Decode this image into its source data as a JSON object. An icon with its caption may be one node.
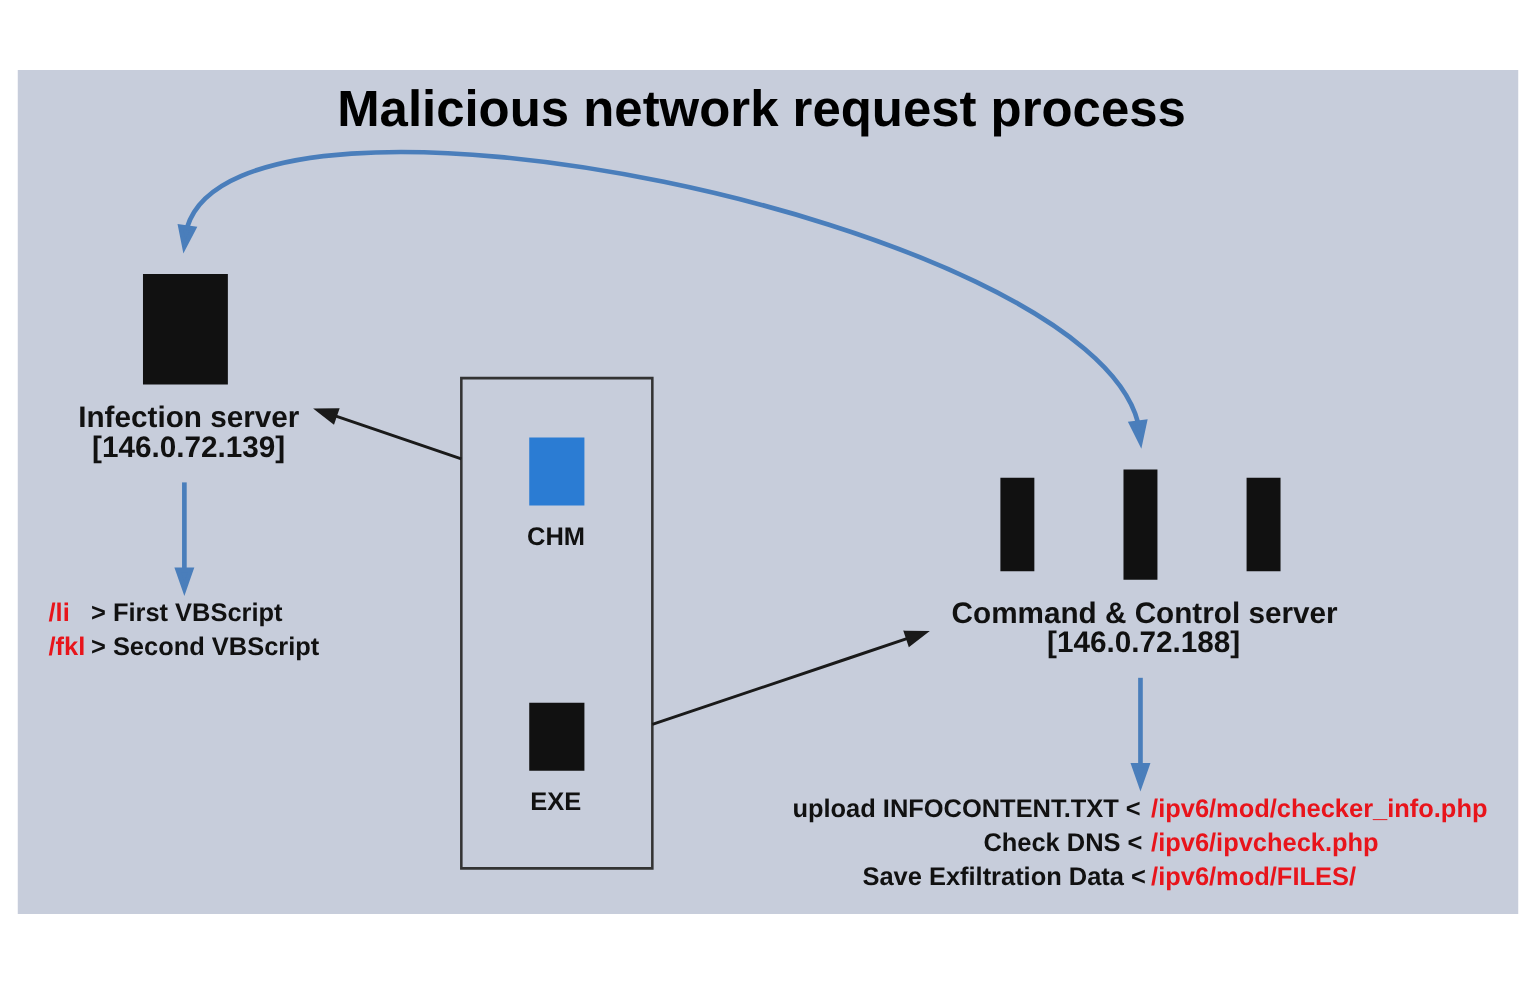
{
  "diagram": {
    "title": "Malicious network request process",
    "nodes": [
      {
        "text": [
          "Infection server",
          "[146.0.72.139]"
        ]
      },
      {
        "text": [],
        "shape": "box"
      },
      {
        "text": [
          "CHM"
        ],
        "in": 1
      },
      {
        "text": [
          "EXE"
        ],
        "in": 1
      },
      {
        "text": [
          "Command & Control server",
          "[146.0.72.188]"
        ]
      },
      {
        "text": [
          "/li",
          "> First VBScript",
          "/fkl",
          "> Second VBScript"
        ]
      },
      {
        "text": [
          "upload INFOCONTENT.TXT <",
          "/ipv6/mod/checker_info.php",
          "Check DNS <",
          "/ipv6/ipvcheck.php",
          "Save Exfiltration Data <",
          "/ipv6/mod/FILES/"
        ]
      }
    ],
    "edges": [
      {
        "from": 0,
        "to": 4,
        "arrow": "both"
      },
      {
        "from": 1,
        "to": 0,
        "arrow": "to",
        "color": "#1a1a1a"
      },
      {
        "from": 1,
        "to": 4,
        "arrow": "to",
        "color": "#1a1a1a"
      },
      {
        "from": 0,
        "to": 5,
        "arrow": "to"
      },
      {
        "from": 4,
        "to": 6,
        "arrow": "to"
      }
    ]
  }
}
